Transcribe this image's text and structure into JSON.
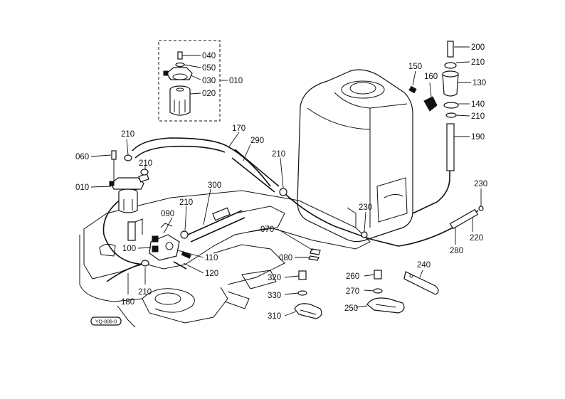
{
  "diagram": {
    "code": "YQ-808-0",
    "callouts": [
      {
        "id": "c040",
        "label": "040"
      },
      {
        "id": "c050",
        "label": "050"
      },
      {
        "id": "c030",
        "label": "030"
      },
      {
        "id": "c010-inset",
        "label": "010"
      },
      {
        "id": "c020",
        "label": "020"
      },
      {
        "id": "c200",
        "label": "200"
      },
      {
        "id": "c210-a",
        "label": "210"
      },
      {
        "id": "c150",
        "label": "150"
      },
      {
        "id": "c160",
        "label": "160"
      },
      {
        "id": "c130",
        "label": "130"
      },
      {
        "id": "c140",
        "label": "140"
      },
      {
        "id": "c210-b",
        "label": "210"
      },
      {
        "id": "c190",
        "label": "190"
      },
      {
        "id": "c170",
        "label": "170"
      },
      {
        "id": "c290",
        "label": "290"
      },
      {
        "id": "c210-c",
        "label": "210"
      },
      {
        "id": "c210-d",
        "label": "210"
      },
      {
        "id": "c060",
        "label": "060"
      },
      {
        "id": "c210-e",
        "label": "210"
      },
      {
        "id": "c010",
        "label": "010"
      },
      {
        "id": "c300",
        "label": "300"
      },
      {
        "id": "c210-f",
        "label": "210"
      },
      {
        "id": "c090",
        "label": "090"
      },
      {
        "id": "c100",
        "label": "100"
      },
      {
        "id": "c110",
        "label": "110"
      },
      {
        "id": "c120",
        "label": "120"
      },
      {
        "id": "c210-g",
        "label": "210"
      },
      {
        "id": "c180",
        "label": "180"
      },
      {
        "id": "c230-a",
        "label": "230"
      },
      {
        "id": "c070",
        "label": "070"
      },
      {
        "id": "c080",
        "label": "080"
      },
      {
        "id": "c230-b",
        "label": "230"
      },
      {
        "id": "c220",
        "label": "220"
      },
      {
        "id": "c280",
        "label": "280"
      },
      {
        "id": "c240",
        "label": "240"
      },
      {
        "id": "c260",
        "label": "260"
      },
      {
        "id": "c270",
        "label": "270"
      },
      {
        "id": "c250",
        "label": "250"
      },
      {
        "id": "c320",
        "label": "320"
      },
      {
        "id": "c330",
        "label": "330"
      },
      {
        "id": "c310",
        "label": "310"
      }
    ]
  }
}
